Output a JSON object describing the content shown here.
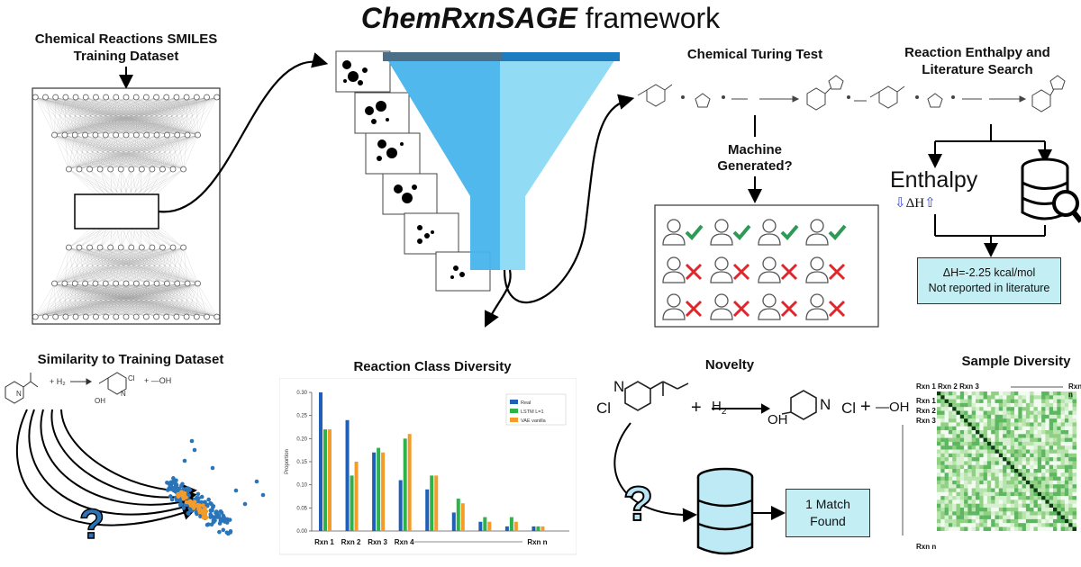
{
  "title": {
    "bold": "ChemRxnSAGE",
    "rest": " framework"
  },
  "training": {
    "title_line1": "Chemical Reactions SMILES",
    "title_line2": "Training Dataset"
  },
  "turing": {
    "title": "Chemical Turing Test",
    "question_line1": "Machine",
    "question_line2": "Generated?"
  },
  "enthalpy": {
    "title_line1": "Reaction Enthalpy and",
    "title_line2": "Literature Search",
    "word": "Enthalpy",
    "symbol": "ΔH",
    "result_line1": "ΔH=-2.25 kcal/mol",
    "result_line2": "Not reported in literature"
  },
  "similarity": {
    "title": "Similarity to Training Dataset",
    "question": "?"
  },
  "diversity": {
    "title": "Reaction Class Diversity",
    "ylabel": "Proportion",
    "categories": [
      "Rxn 1",
      "Rxn 2",
      "Rxn 3",
      "Rxn 4"
    ],
    "last_category": "Rxn n",
    "legend": [
      "Real",
      "LSTM L=1",
      "VAE vanilla"
    ],
    "y_ticks": [
      "0.30",
      "0.25",
      "0.20",
      "0.15",
      "0.10",
      "0.05",
      "0.00"
    ]
  },
  "novelty": {
    "title": "Novelty",
    "plus1": "+",
    "h2": "H",
    "h2_sub": "2",
    "plus2": "+",
    "oh": "—OH",
    "cl_left": "Cl",
    "n_left": "N",
    "oh_product": "OH",
    "cl_right": "Cl",
    "n_right": "N",
    "question": "?",
    "match_line1": "1 Match",
    "match_line2": "Found"
  },
  "sample": {
    "title": "Sample Diversity",
    "cols": [
      "Rxn 1",
      "Rxn 2",
      "Rxn 3"
    ],
    "rows": [
      "Rxn 1",
      "Rxn 2",
      "Rxn 3"
    ],
    "last": "Rxn n"
  },
  "colors": {
    "funnel": "#47b4ec",
    "check": "#2e9a57",
    "cross": "#e0262b",
    "real": "#1f5fb8",
    "lstm": "#2db34a",
    "vae": "#f59b2a",
    "heat": "#2b8a3e"
  },
  "chart_data": {
    "type": "bar",
    "categories": [
      "Rxn 1",
      "Rxn 2",
      "Rxn 3",
      "Rxn 4",
      "",
      "",
      "",
      "",
      "Rxn n"
    ],
    "series": [
      {
        "name": "Real",
        "values": [
          0.3,
          0.24,
          0.17,
          0.11,
          0.09,
          0.04,
          0.02,
          0.01,
          0.01
        ]
      },
      {
        "name": "LSTM L=1",
        "values": [
          0.22,
          0.12,
          0.18,
          0.2,
          0.12,
          0.07,
          0.03,
          0.03,
          0.01
        ]
      },
      {
        "name": "VAE vanilla",
        "values": [
          0.22,
          0.15,
          0.17,
          0.21,
          0.12,
          0.06,
          0.02,
          0.02,
          0.01
        ]
      }
    ],
    "ylabel": "Proportion",
    "ylim": [
      0,
      0.3
    ],
    "legend": "top-right"
  }
}
